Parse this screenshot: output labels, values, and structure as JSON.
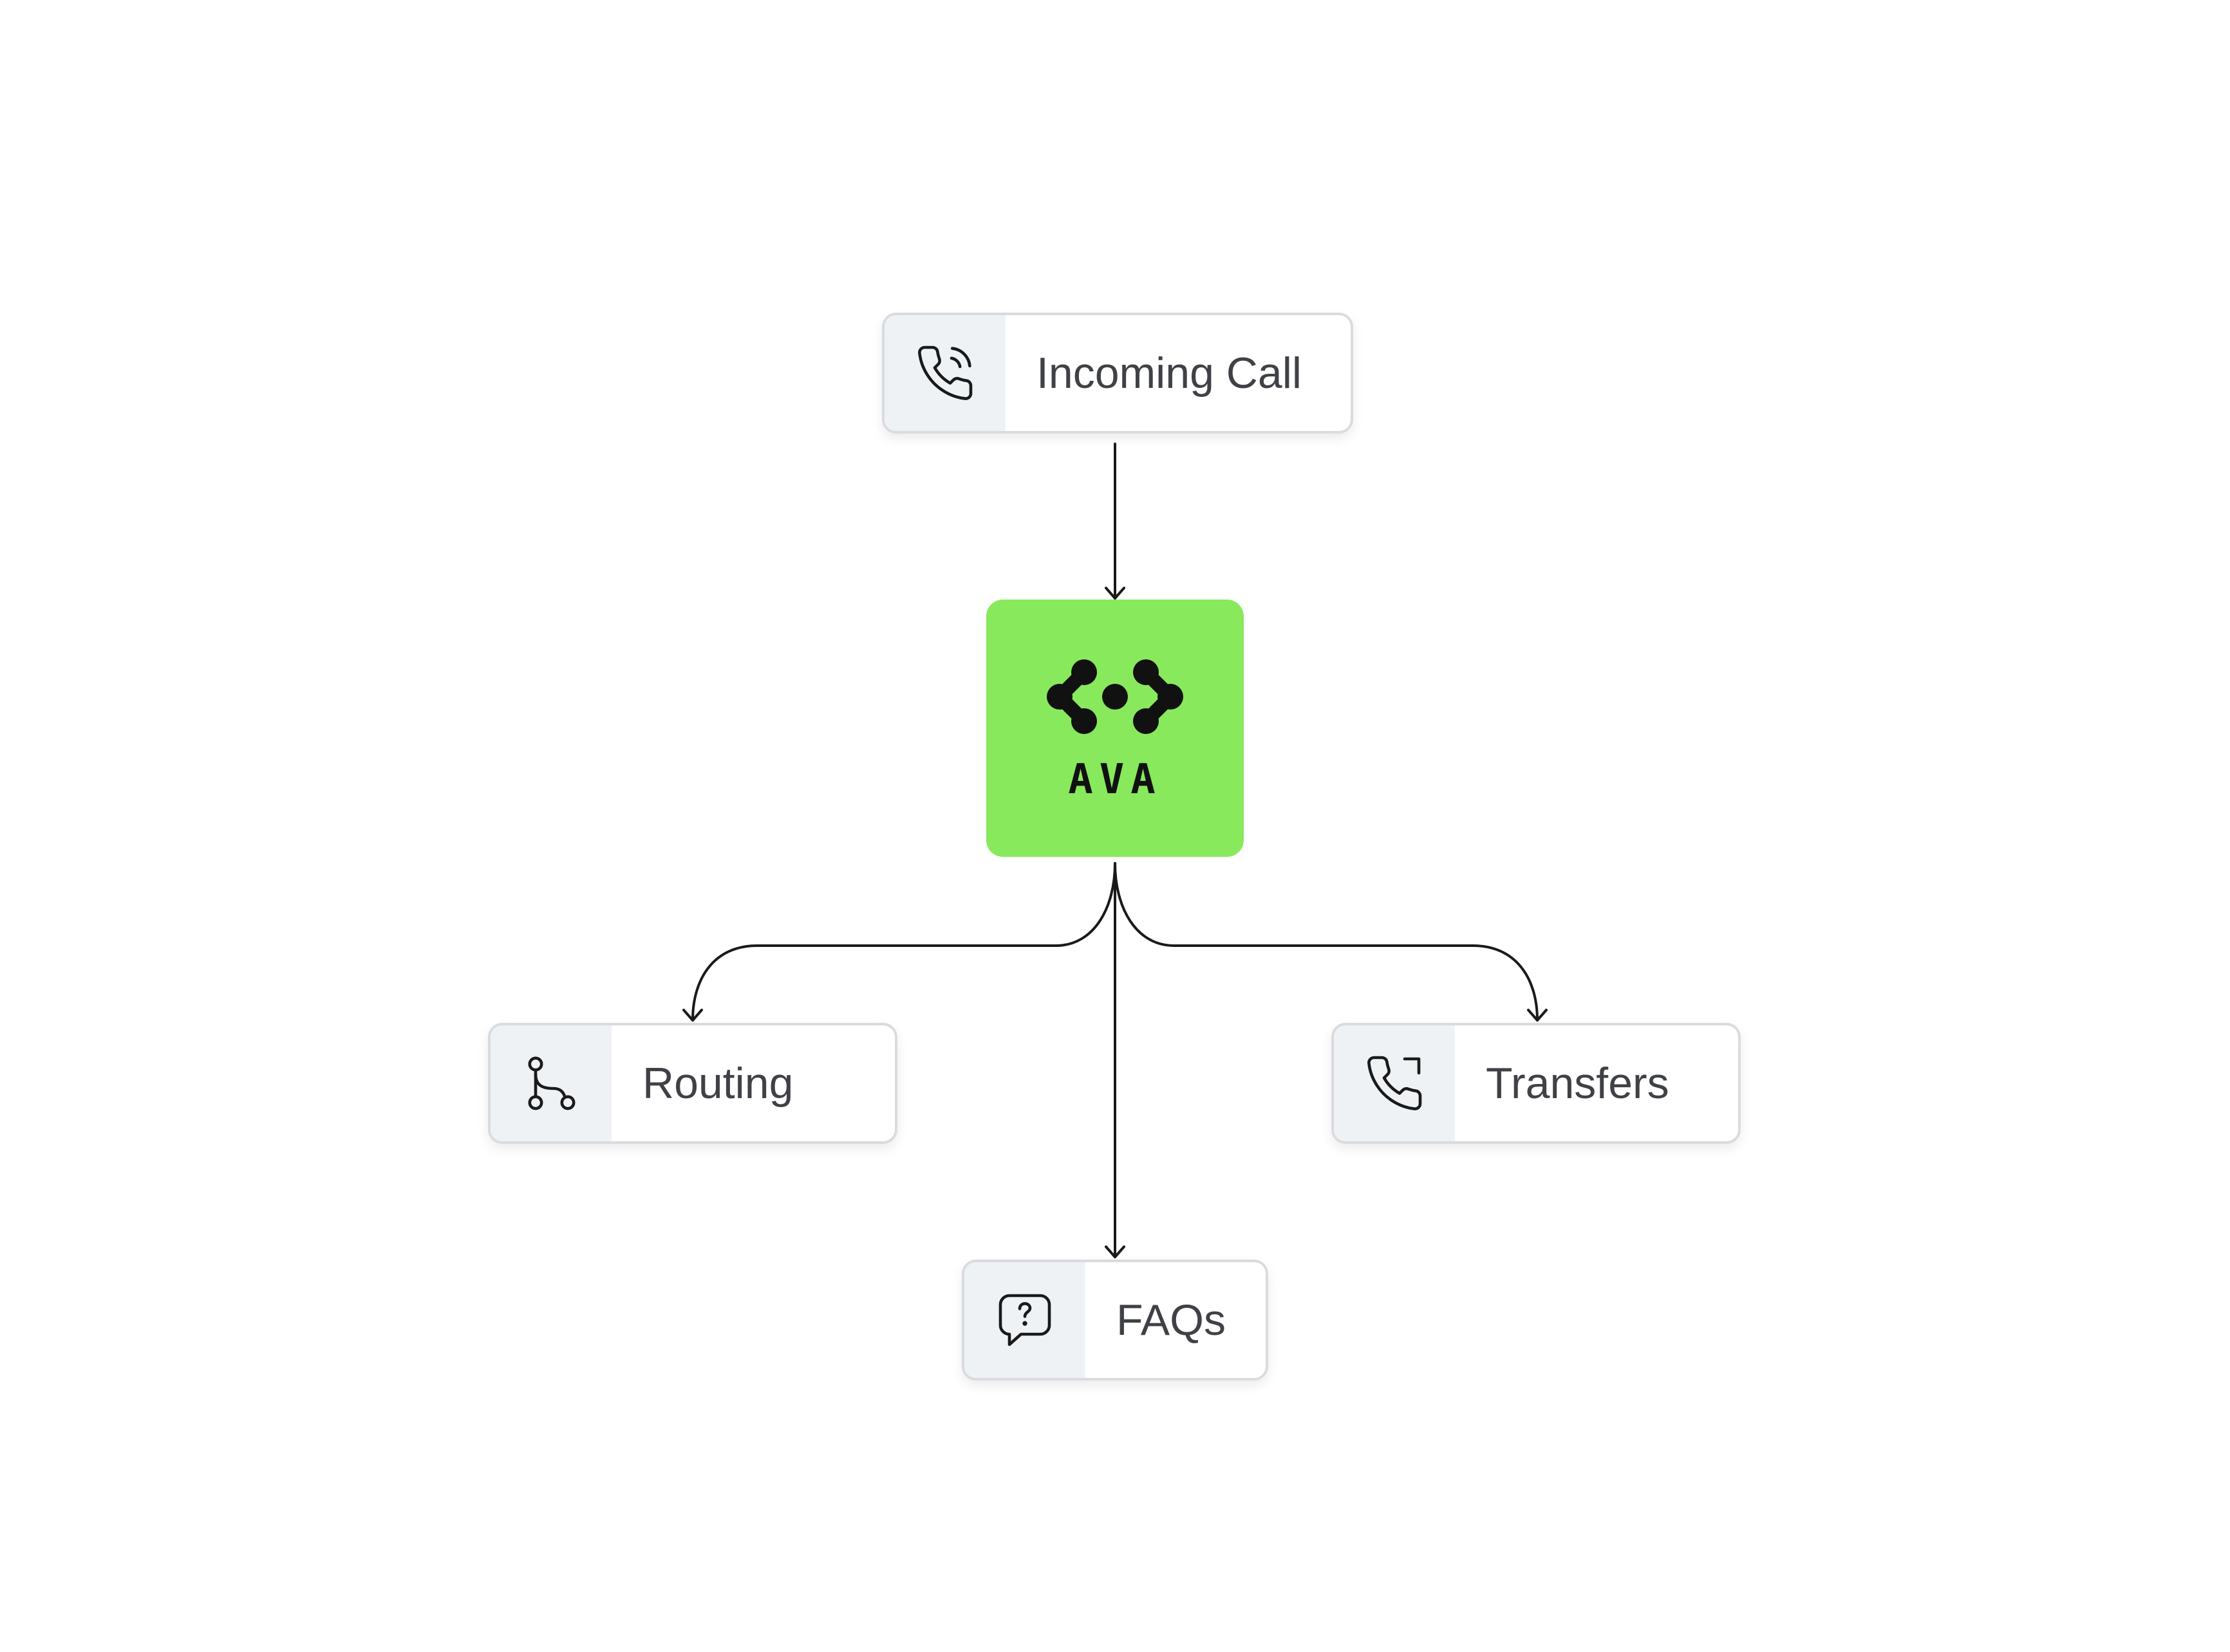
{
  "diagram": {
    "nodes": {
      "incoming": {
        "label": "Incoming Call",
        "icon": "phone-ringing-icon"
      },
      "routing": {
        "label": "Routing",
        "icon": "git-branch-icon"
      },
      "transfers": {
        "label": "Transfers",
        "icon": "phone-forward-icon"
      },
      "faqs": {
        "label": "FAQs",
        "icon": "question-bubble-icon"
      }
    },
    "hub": {
      "logo_text": "AVA",
      "logo_icon": "ava-logo-icon",
      "color": "#88e95c"
    },
    "edges": [
      {
        "from": "incoming",
        "to": "hub"
      },
      {
        "from": "hub",
        "to": "routing"
      },
      {
        "from": "hub",
        "to": "faqs"
      },
      {
        "from": "hub",
        "to": "transfers"
      }
    ],
    "colors": {
      "node_border": "#d9dbdf",
      "icon_bg": "#eff2f5",
      "text": "#3f4146",
      "line": "#1a1a1a"
    }
  }
}
